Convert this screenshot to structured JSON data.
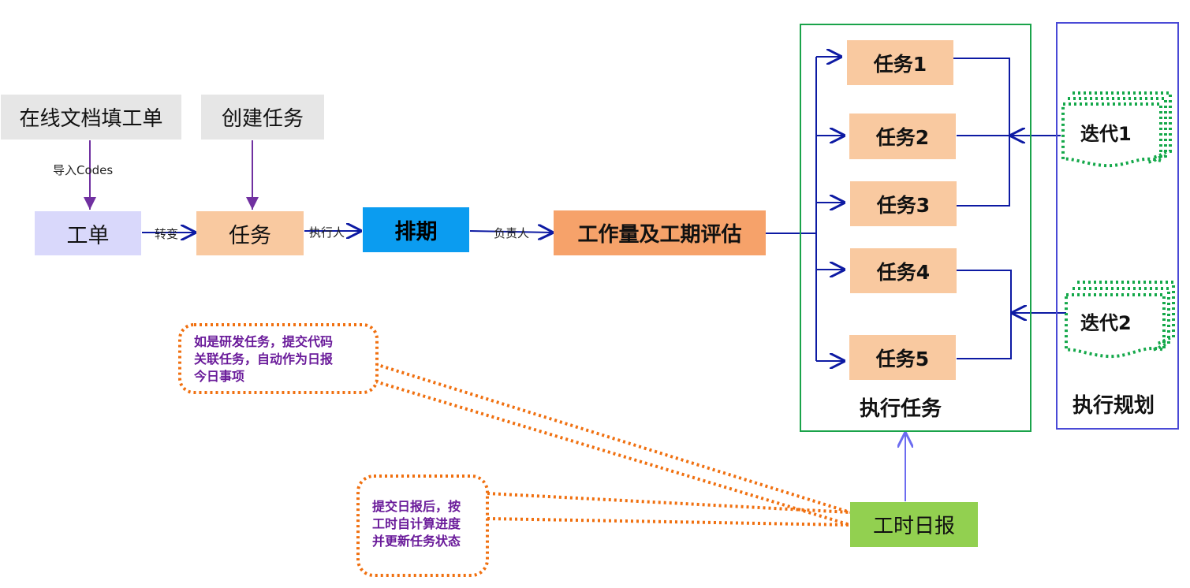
{
  "nodes": {
    "online_doc": "在线文档填工单",
    "create_task": "创建任务",
    "work_order": "工单",
    "task": "任务",
    "schedule": "排期",
    "estimate": "工作量及工期评估",
    "task1": "任务1",
    "task2": "任务2",
    "task3": "任务3",
    "task4": "任务4",
    "task5": "任务5",
    "iteration1": "迭代1",
    "iteration2": "迭代2",
    "timesheet": "工时日报"
  },
  "edge_labels": {
    "import": "导入Codes",
    "convert": "转变",
    "executor": "执行人",
    "owner": "负责人"
  },
  "groups": {
    "execute_tasks": "执行任务",
    "execute_plan": "执行规划"
  },
  "notes": {
    "note1": "如是研发任务，提交代码\n关联任务，自动作为日报\n今日事项",
    "note2": "提交日报后，按\n工时自计算进度\n并更新任务状态"
  },
  "colors": {
    "gray_box": "#e6e6e6",
    "work_order_box": "#d9d8fb",
    "task_box": "#f9c9a0",
    "schedule_box": "#0b9cf0",
    "estimate_box": "#f6a26a",
    "timesheet_box": "#92d050",
    "green_frame": "#1aa34a",
    "blue_frame": "#4a4ad6",
    "arrow_blue": "#0d1aa3",
    "arrow_purple": "#7030a0",
    "dotted_orange": "#f07010",
    "dotted_green": "#14a84a"
  }
}
